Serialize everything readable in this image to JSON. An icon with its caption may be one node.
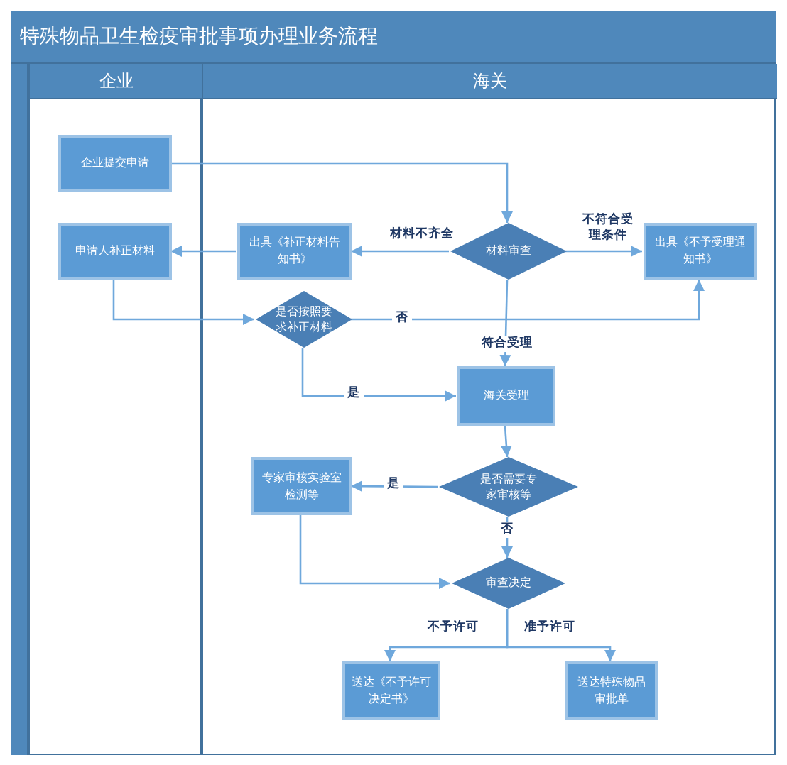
{
  "diagram": {
    "title": "特殊物品卫生检疫审批事项办理业务流程",
    "nodes": [
      {
        "text": [
          "企业"
        ]
      },
      {
        "text": [
          "海关"
        ]
      },
      {
        "text": [
          "企业提交申请"
        ],
        "in": 0
      },
      {
        "text": [
          "申请人补正材料"
        ],
        "in": 0
      },
      {
        "text": [
          "出具《补正材料告知书》"
        ],
        "in": 1
      },
      {
        "text": [
          "材料审查"
        ],
        "in": 1
      },
      {
        "text": [
          "出具《不予受理通知书》"
        ],
        "in": 1
      },
      {
        "text": [
          "是否按照要求补正材料"
        ],
        "in": 1
      },
      {
        "text": [
          "海关受理"
        ],
        "in": 1
      },
      {
        "text": [
          "是否需要专家审核等"
        ],
        "in": 1
      },
      {
        "text": [
          "专家审核实验室检测等"
        ],
        "in": 1
      },
      {
        "text": [
          "审查决定"
        ],
        "in": 1
      },
      {
        "text": [
          "送达《不予许可决定书》"
        ],
        "in": 1
      },
      {
        "text": [
          "送达特殊物品审批单"
        ],
        "in": 1
      }
    ],
    "edges": [
      {
        "from": 2,
        "to": 5,
        "arrow": "to"
      },
      {
        "from": 5,
        "to": 4,
        "arrow": "to",
        "label": "材料不齐全"
      },
      {
        "from": 5,
        "to": 6,
        "arrow": "to",
        "label": "不符合受理条件"
      },
      {
        "from": 4,
        "to": 3,
        "arrow": "to"
      },
      {
        "from": 3,
        "to": 7,
        "arrow": "to"
      },
      {
        "from": 7,
        "to": 6,
        "arrow": "to",
        "label": "否"
      },
      {
        "from": 7,
        "to": 8,
        "arrow": "to",
        "label": "是"
      },
      {
        "from": 5,
        "to": 8,
        "arrow": "to",
        "label": "符合受理"
      },
      {
        "from": 8,
        "to": 9,
        "arrow": "to"
      },
      {
        "from": 9,
        "to": 10,
        "arrow": "to",
        "label": "是"
      },
      {
        "from": 9,
        "to": 11,
        "arrow": "to",
        "label": "否"
      },
      {
        "from": 10,
        "to": 11,
        "arrow": "to"
      },
      {
        "from": 11,
        "to": 12,
        "arrow": "to",
        "label": "不予许可"
      },
      {
        "from": 11,
        "to": 13,
        "arrow": "to",
        "label": "准予许可"
      }
    ]
  }
}
